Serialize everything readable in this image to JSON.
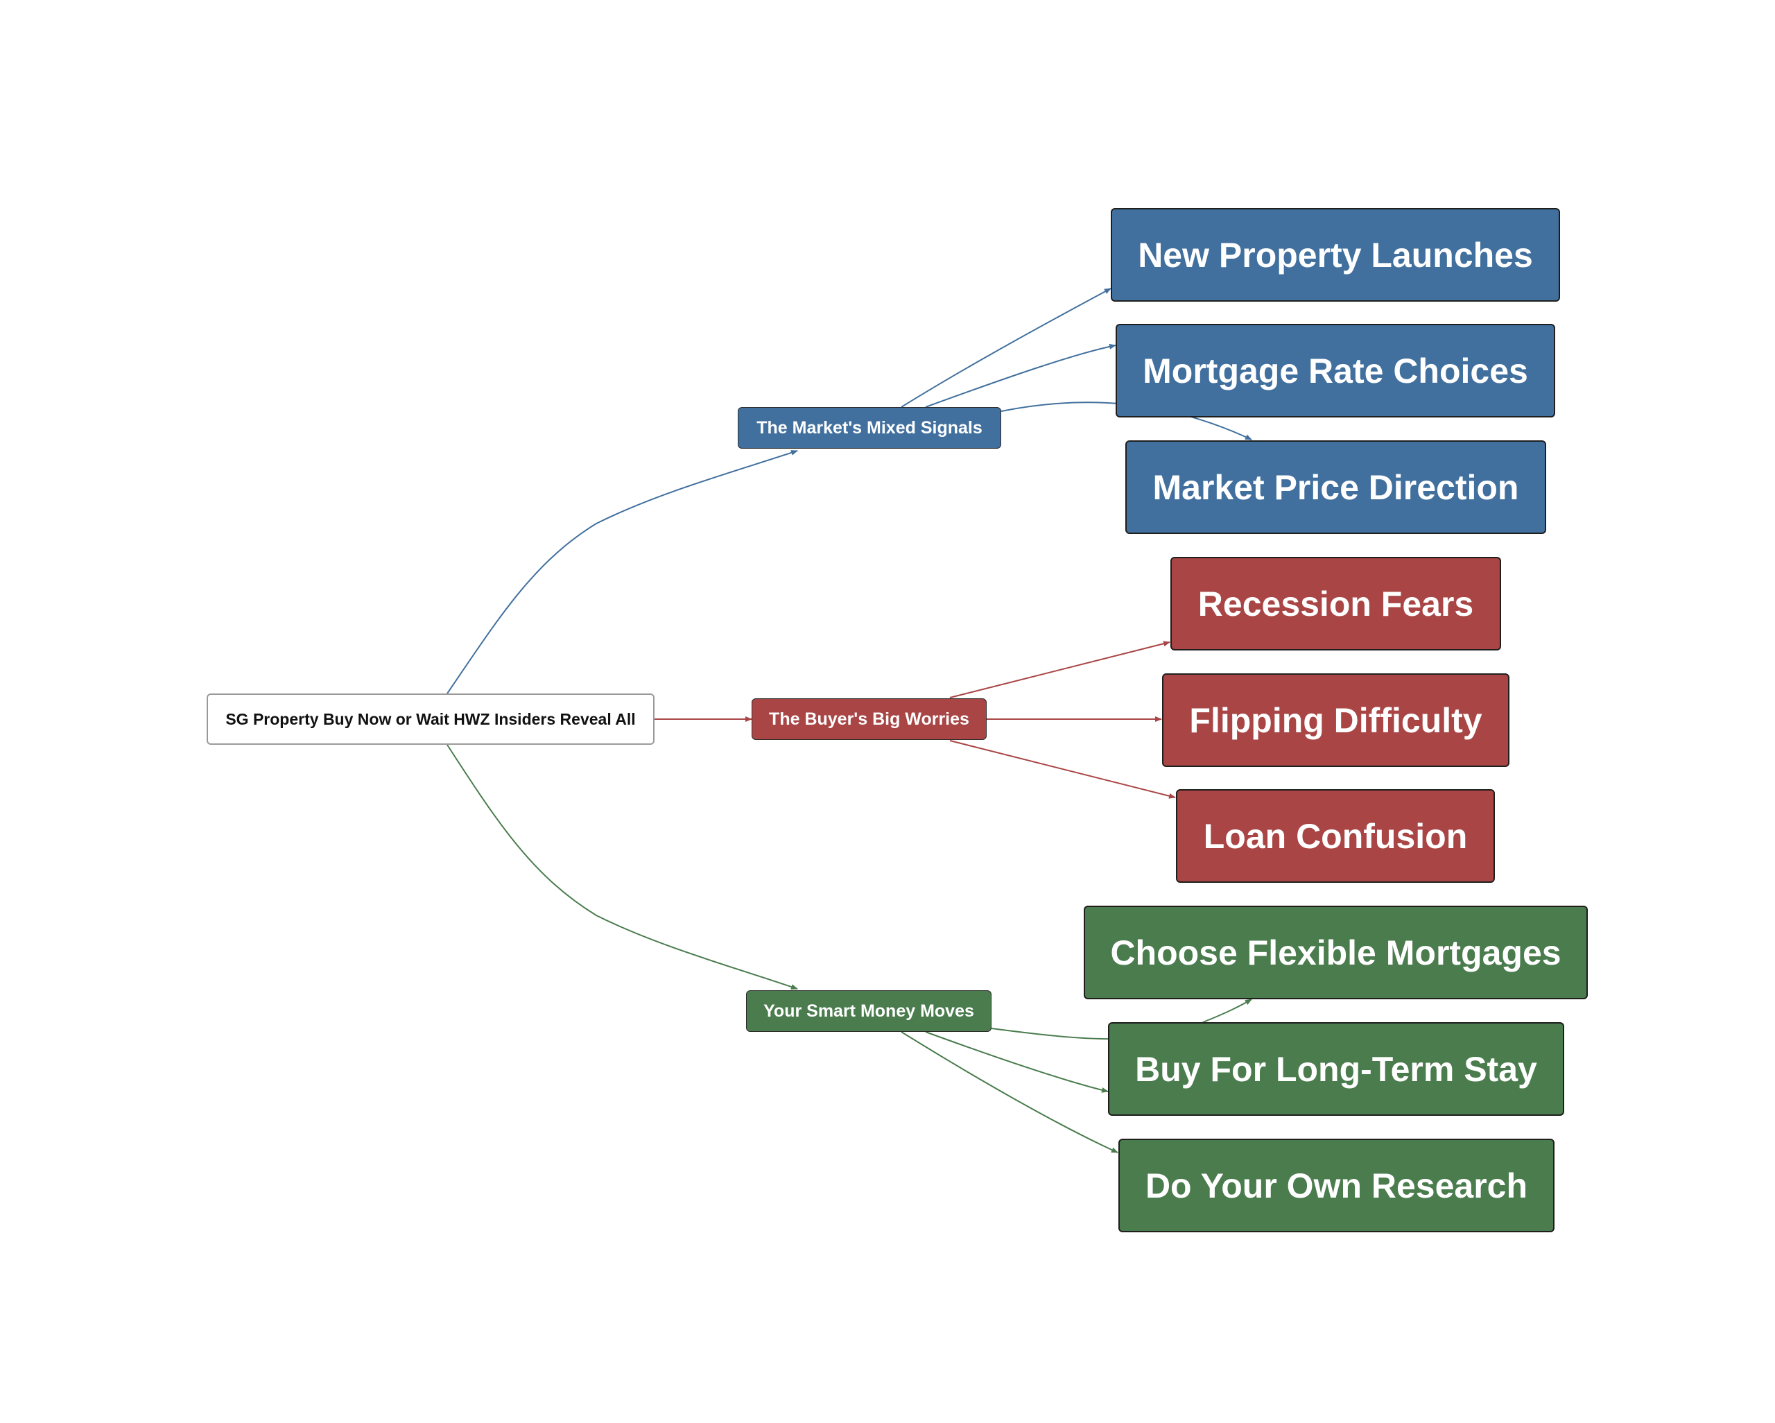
{
  "colors": {
    "market": "#41709e",
    "worries": "#a94545",
    "moves": "#4a7c4d",
    "root_border": "#9a9a9a"
  },
  "root": {
    "label": "SG Property Buy Now or Wait HWZ Insiders Reveal All"
  },
  "branches": [
    {
      "label": "The Market's Mixed Signals",
      "leaves": [
        "New Property Launches",
        "Mortgage Rate Choices",
        "Market Price Direction"
      ]
    },
    {
      "label": "The Buyer's Big Worries",
      "leaves": [
        "Recession Fears",
        "Flipping Difficulty",
        "Loan Confusion"
      ]
    },
    {
      "label": "Your Smart Money Moves",
      "leaves": [
        "Choose Flexible Mortgages",
        "Buy For Long-Term Stay",
        "Do Your Own Research"
      ]
    }
  ]
}
